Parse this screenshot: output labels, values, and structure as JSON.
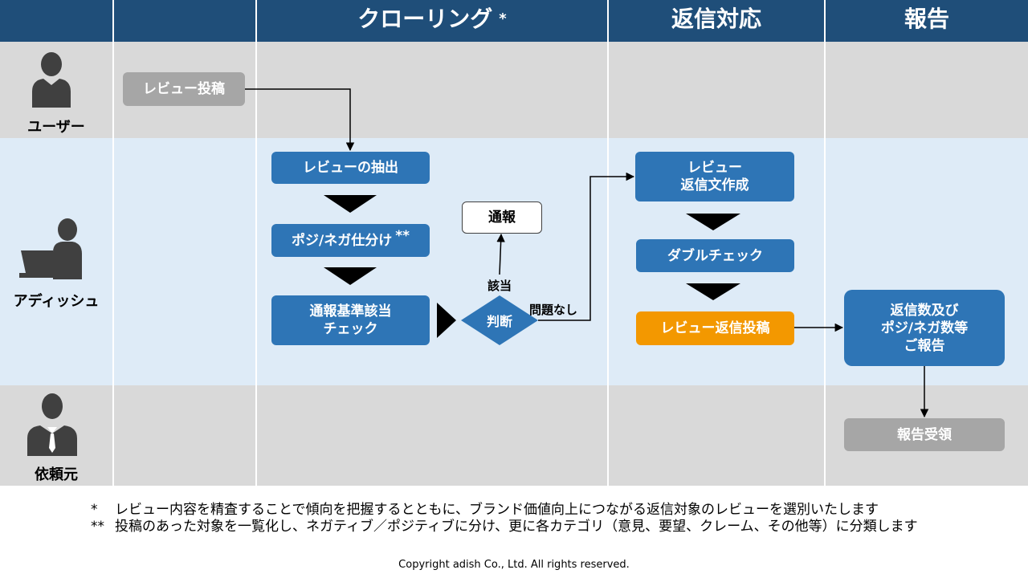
{
  "header": {
    "phase1": "クローリング",
    "phase1_mark": "*",
    "phase2": "返信対応",
    "phase3": "報告"
  },
  "actors": {
    "user": "ユーザー",
    "adish": "アディッシュ",
    "client": "依頼元"
  },
  "boxes": {
    "review_post": "レビュー投稿",
    "extract": "レビューの抽出",
    "posi_nega": "ポジ/ネガ仕分け",
    "posi_nega_mark": "**",
    "check_line1": "通報基準該当",
    "check_line2": "チェック",
    "judge": "判断",
    "report_flag": "通報",
    "reply_line1": "レビュー",
    "reply_line2": "返信文作成",
    "double_check": "ダブルチェック",
    "reply_post": "レビュー返信投稿",
    "summary_line1": "返信数及び",
    "summary_line2": "ポジ/ネガ数等",
    "summary_line3": "ご報告",
    "receipt": "報告受領"
  },
  "edge_labels": {
    "applicable": "該当",
    "no_problem": "問題なし"
  },
  "notes": {
    "note1_mark": "*",
    "note1": "レビュー内容を精査することで傾向を把握するとともに、ブランド価値向上につながる返信対象のレビューを選別いたします",
    "note2_mark": "**",
    "note2": "投稿のあった対象を一覧化し、ネガティブ／ポジティブに分け、更に各カテゴリ（意見、要望、クレーム、その他等）に分類します"
  },
  "copyright": "Copyright adish Co., Ltd. All rights reserved.",
  "colors": {
    "header": "#1f4e79",
    "lane_gray": "#d9d9d9",
    "lane_blue": "#deebf7",
    "box_blue": "#2e75b6",
    "box_gray": "#a6a6a6",
    "box_orange": "#f39800"
  }
}
